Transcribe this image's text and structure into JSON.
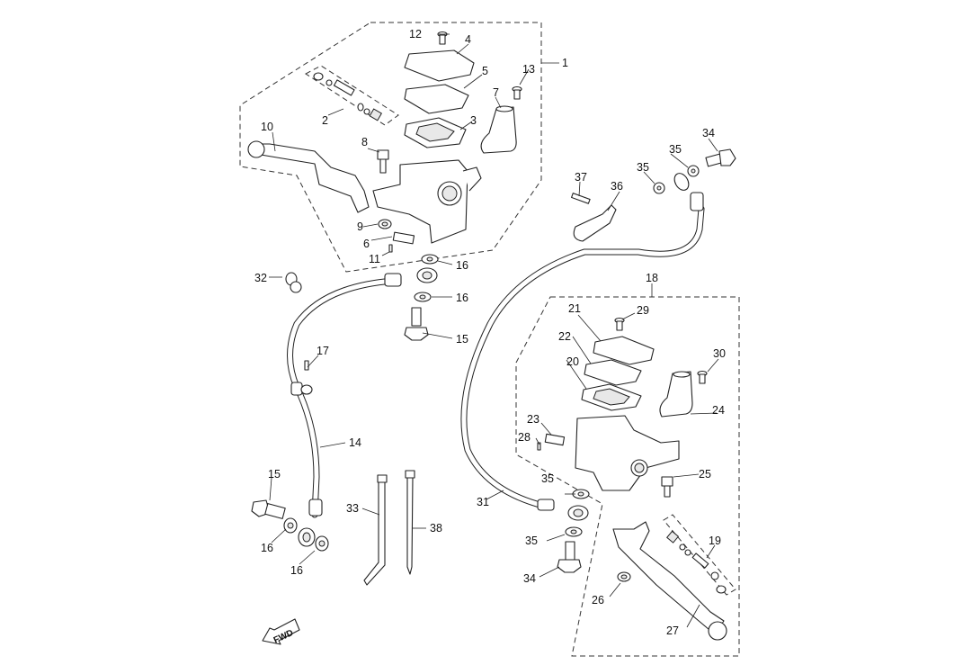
{
  "diagram": {
    "type": "exploded-parts-diagram",
    "subject": "front & rear brake master cylinder assembly",
    "direction_indicator": "FWD",
    "labels": [
      {
        "id": "1",
        "text": "1"
      },
      {
        "id": "2",
        "text": "2"
      },
      {
        "id": "3",
        "text": "3"
      },
      {
        "id": "4",
        "text": "4"
      },
      {
        "id": "5",
        "text": "5"
      },
      {
        "id": "6",
        "text": "6"
      },
      {
        "id": "7",
        "text": "7"
      },
      {
        "id": "8",
        "text": "8"
      },
      {
        "id": "9",
        "text": "9"
      },
      {
        "id": "10",
        "text": "10"
      },
      {
        "id": "11",
        "text": "11"
      },
      {
        "id": "12",
        "text": "12"
      },
      {
        "id": "13",
        "text": "13"
      },
      {
        "id": "14",
        "text": "14"
      },
      {
        "id": "15a",
        "text": "15"
      },
      {
        "id": "15b",
        "text": "15"
      },
      {
        "id": "16a",
        "text": "16"
      },
      {
        "id": "16b",
        "text": "16"
      },
      {
        "id": "16c",
        "text": "16"
      },
      {
        "id": "16d",
        "text": "16"
      },
      {
        "id": "17",
        "text": "17"
      },
      {
        "id": "18",
        "text": "18"
      },
      {
        "id": "19",
        "text": "19"
      },
      {
        "id": "20",
        "text": "20"
      },
      {
        "id": "21",
        "text": "21"
      },
      {
        "id": "22",
        "text": "22"
      },
      {
        "id": "23",
        "text": "23"
      },
      {
        "id": "24",
        "text": "24"
      },
      {
        "id": "25",
        "text": "25"
      },
      {
        "id": "26",
        "text": "26"
      },
      {
        "id": "27",
        "text": "27"
      },
      {
        "id": "28",
        "text": "28"
      },
      {
        "id": "29",
        "text": "29"
      },
      {
        "id": "30",
        "text": "30"
      },
      {
        "id": "31",
        "text": "31"
      },
      {
        "id": "32",
        "text": "32"
      },
      {
        "id": "33",
        "text": "33"
      },
      {
        "id": "34a",
        "text": "34"
      },
      {
        "id": "34b",
        "text": "34"
      },
      {
        "id": "35a",
        "text": "35"
      },
      {
        "id": "35b",
        "text": "35"
      },
      {
        "id": "35c",
        "text": "35"
      },
      {
        "id": "35d",
        "text": "35"
      },
      {
        "id": "36",
        "text": "36"
      },
      {
        "id": "37",
        "text": "37"
      },
      {
        "id": "38",
        "text": "38"
      }
    ]
  }
}
